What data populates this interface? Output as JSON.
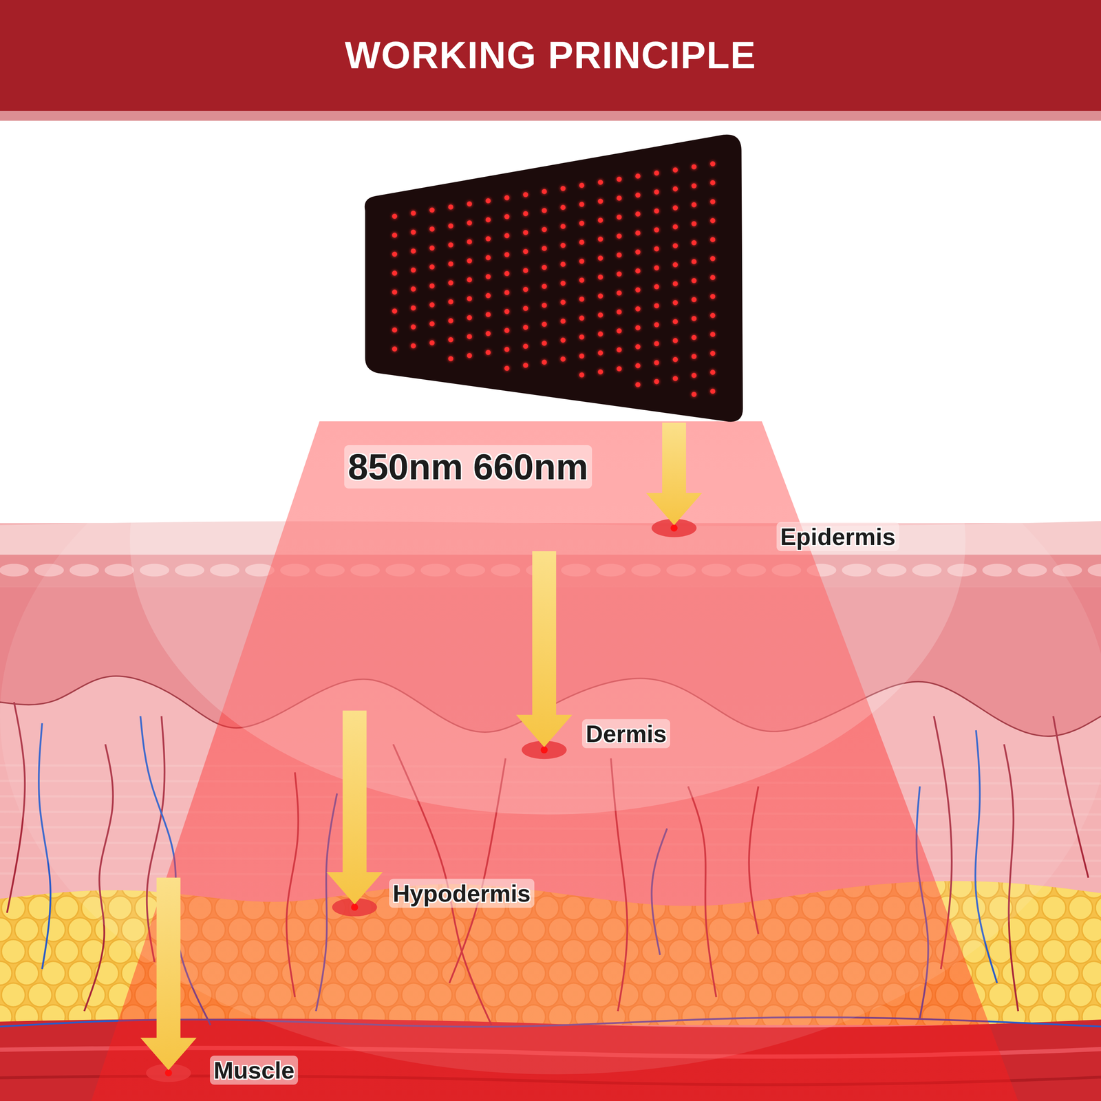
{
  "diagram": {
    "title": "WORKING PRINCIPLE",
    "labels": [
      "850nm 660nm",
      "Epidermis",
      "Dermis",
      "Hypodermis",
      "Muscle"
    ]
  }
}
